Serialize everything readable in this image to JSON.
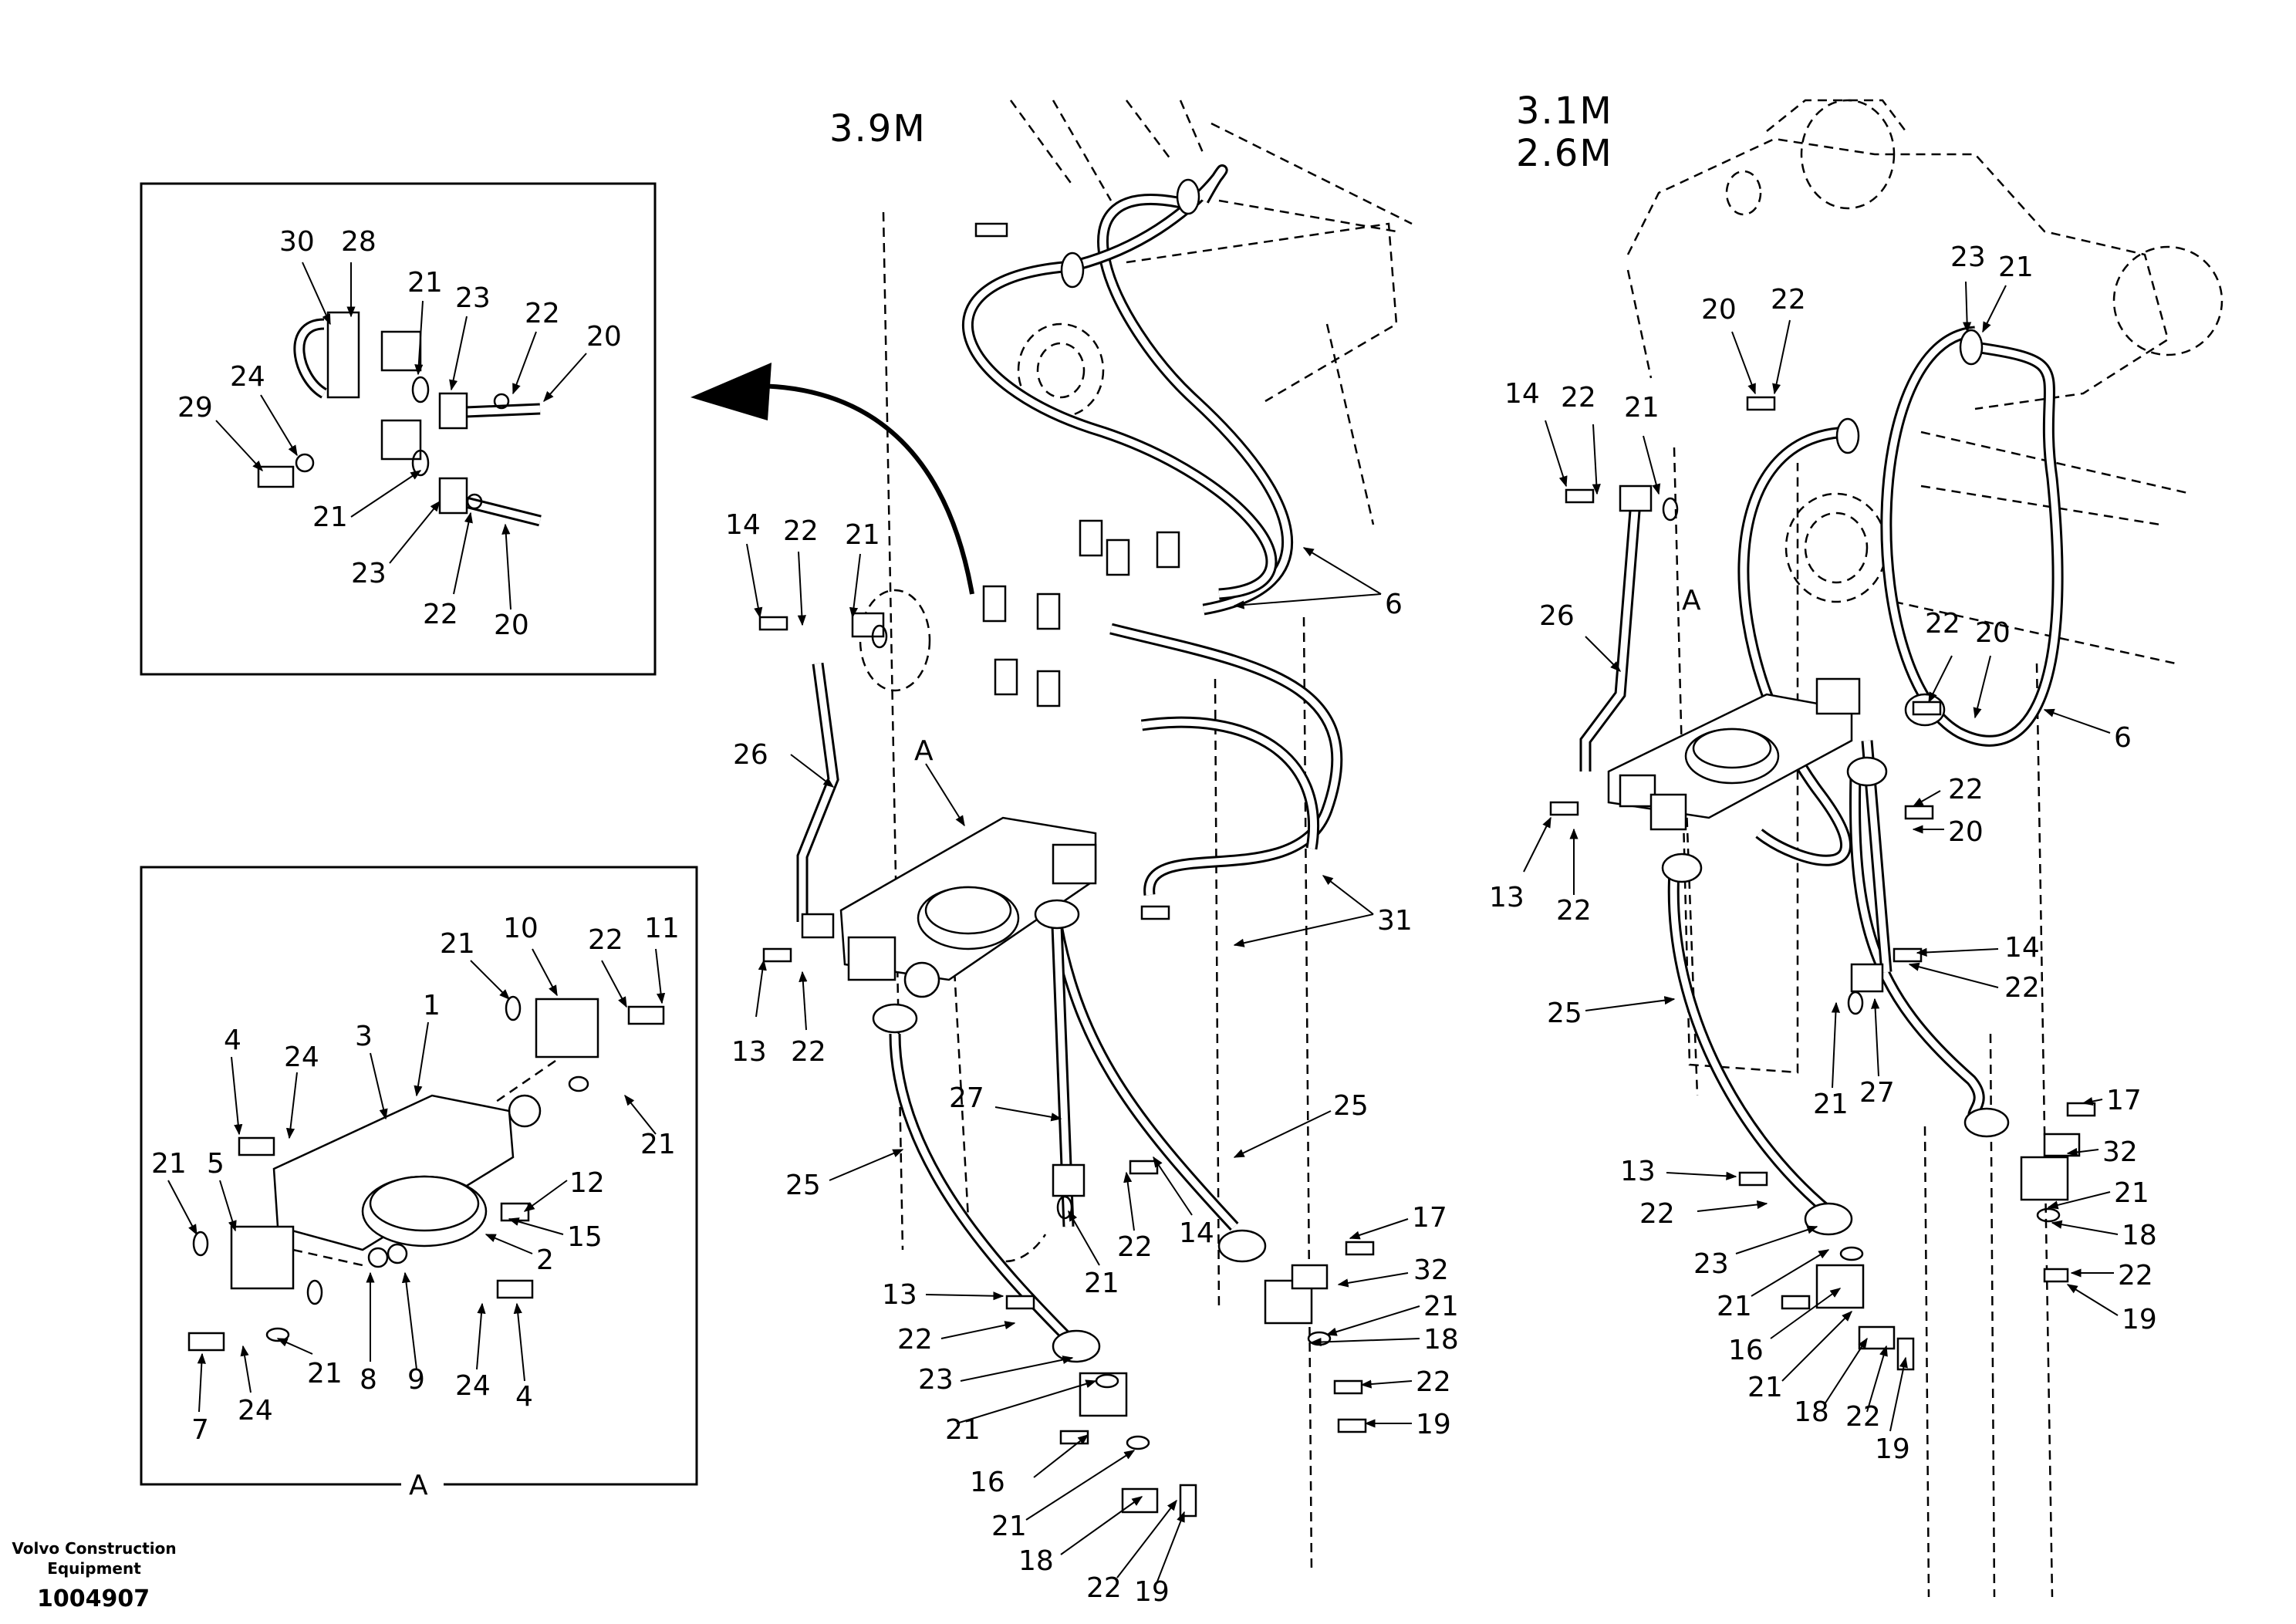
{
  "variant_labels": {
    "mid": "3.9M",
    "right_line1": "3.1M",
    "right_line2": "2.6M"
  },
  "detail_marker": "A",
  "inset_caption": "A",
  "brand": {
    "line1": "Volvo Construction",
    "line2": "Equipment"
  },
  "doc_number": "1004907",
  "callouts": {
    "inset_top": [
      "30",
      "28",
      "21",
      "23",
      "22",
      "20",
      "24",
      "29",
      "21",
      "23",
      "22",
      "20"
    ],
    "inset_bottom": [
      "21",
      "10",
      "22",
      "11",
      "1",
      "3",
      "4",
      "24",
      "21",
      "5",
      "12",
      "15",
      "2",
      "21",
      "8",
      "9",
      "24",
      "4",
      "21",
      "7",
      "24"
    ],
    "middle": [
      "14",
      "22",
      "21",
      "6",
      "26",
      "A",
      "31",
      "13",
      "22",
      "25",
      "27",
      "25",
      "14",
      "22",
      "21",
      "17",
      "32",
      "13",
      "22",
      "23",
      "21",
      "18",
      "22",
      "19",
      "21",
      "16",
      "21",
      "18",
      "22",
      "19"
    ],
    "right": [
      "23",
      "21",
      "20",
      "22",
      "14",
      "22",
      "21",
      "26",
      "A",
      "22",
      "20",
      "6",
      "22",
      "20",
      "13",
      "22",
      "14",
      "22",
      "25",
      "21",
      "27",
      "17",
      "32",
      "13",
      "22",
      "21",
      "18",
      "23",
      "22",
      "21",
      "16",
      "21",
      "18",
      "22",
      "19",
      "19"
    ]
  }
}
